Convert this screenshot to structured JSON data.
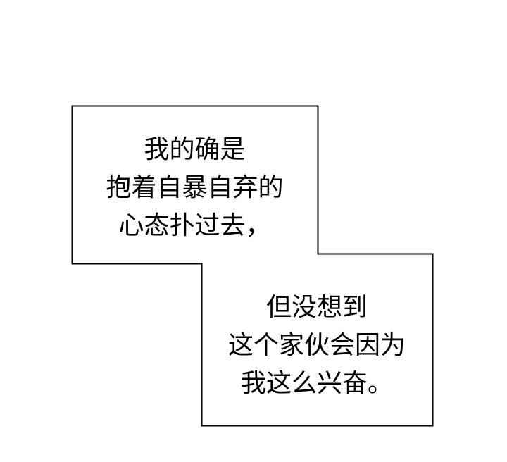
{
  "captions": {
    "first": {
      "lines": [
        "我的确是",
        "抱着自暴自弃的",
        "心态扑过去，"
      ]
    },
    "second": {
      "lines": [
        "但没想到",
        "这个家伙会因为",
        "我这么兴奋。"
      ]
    }
  },
  "colors": {
    "border": "#000000",
    "background": "#ffffff"
  }
}
